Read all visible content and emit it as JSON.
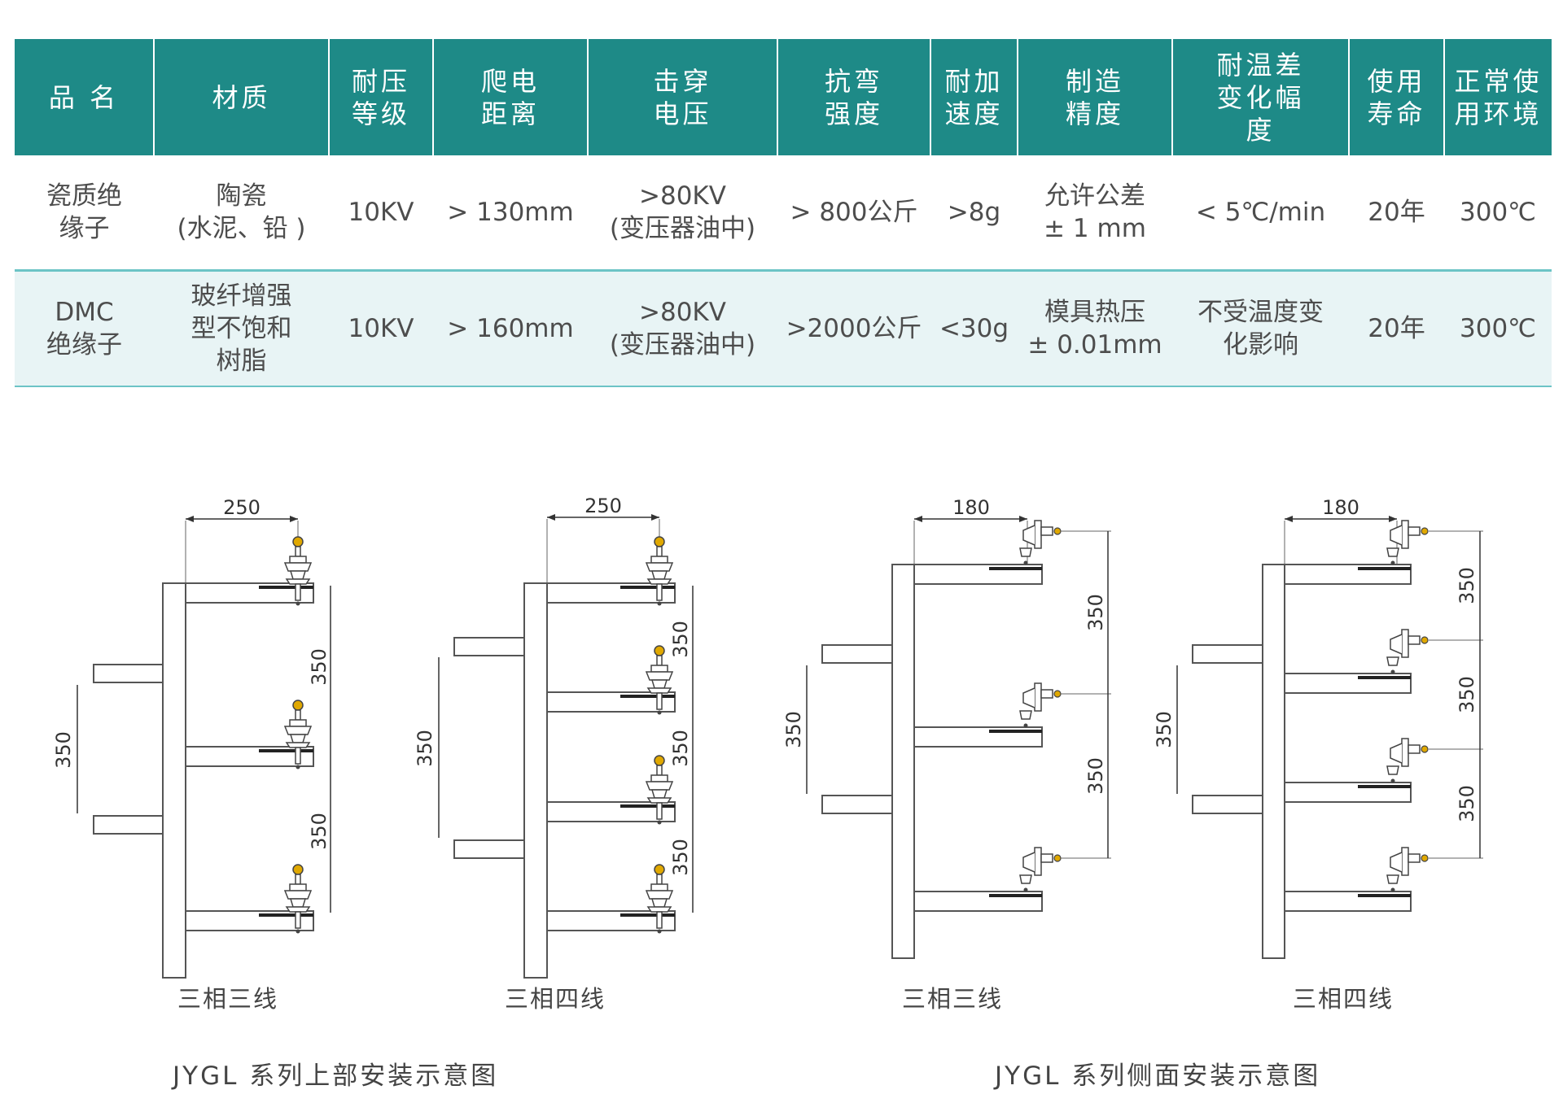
{
  "table": {
    "headers": [
      "品 名",
      "材质",
      "耐压\n等级",
      "爬电\n距离",
      "击穿\n电压",
      "抗弯\n强度",
      "耐加\n速度",
      "制造\n精度",
      "耐温差\n变化幅\n度",
      "使用\n寿命",
      "正常使\n用环境"
    ],
    "rows": [
      [
        "瓷质绝\n缘子",
        "陶瓷\n(水泥、铅 )",
        "10KV",
        "> 130mm",
        ">80KV\n(变压器油中)",
        "> 800公斤",
        ">8g",
        "允许公差\n± 1 mm",
        "< 5℃/min",
        "20年",
        "300℃"
      ],
      [
        "DMC\n绝缘子",
        "玻纤增强\n型不饱和\n树脂",
        "10KV",
        "> 160mm",
        ">80KV\n(变压器油中)",
        ">2000公斤",
        "<30g",
        "模具热压\n± 0.01mm",
        "不受温度变\n化影响",
        "20年",
        "300℃"
      ]
    ]
  },
  "diagrams": {
    "top_three": {
      "caption": "三相三线",
      "width_dim": "250",
      "spacing_dims": [
        "350",
        "350"
      ],
      "frame_dim": "350"
    },
    "top_four": {
      "caption": "三相四线",
      "width_dim": "250",
      "spacing_dims": [
        "350",
        "350",
        "350"
      ],
      "frame_dim": "350"
    },
    "side_three": {
      "caption": "三相三线",
      "width_dim": "180",
      "spacing_dims": [
        "350",
        "350"
      ],
      "frame_dim": "350"
    },
    "side_four": {
      "caption": "三相四线",
      "width_dim": "180",
      "spacing_dims": [
        "350",
        "350",
        "350"
      ],
      "frame_dim": "350"
    }
  },
  "series_titles": {
    "top": "JYGL 系列上部安装示意图",
    "side": "JYGL 系列侧面安装示意图"
  },
  "colors": {
    "header_bg": "#1e8a87",
    "row_alt_bg": "#e8f4f5",
    "row_border": "#6cc4c6",
    "insulator_accent": "#e0a800"
  }
}
